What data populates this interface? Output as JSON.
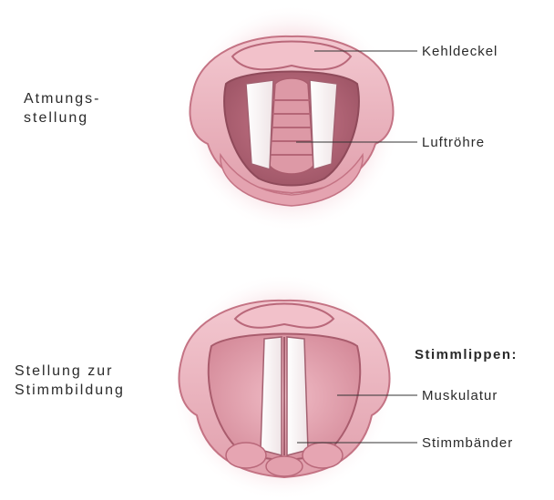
{
  "top_diagram": {
    "side_label": [
      "Atmungs-",
      "stellung"
    ],
    "labels": {
      "epiglottis": "Kehldeckel",
      "trachea": "Luftröhre"
    }
  },
  "bottom_diagram": {
    "side_label": [
      "Stellung zur",
      "Stimmbildung"
    ],
    "heading": "Stimmlippen:",
    "labels": {
      "muscle": "Muskulatur",
      "ligaments": "Stimmbänder"
    }
  },
  "colors": {
    "tissue": "#e8a9b4",
    "tissue_dark": "#c97485",
    "fold_white": "#f8f1f2",
    "trachea": "#d9909d",
    "glow": "#f7dbe1",
    "line": "#333333"
  }
}
